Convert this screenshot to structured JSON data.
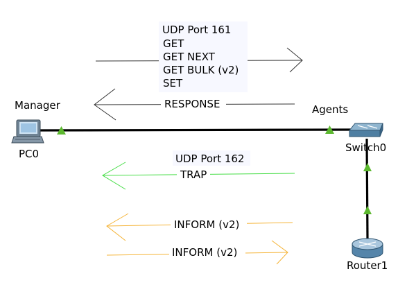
{
  "snmp_request": {
    "port_label": "UDP Port 161",
    "commands": [
      "GET",
      "GET NEXT",
      "GET BULK (v2)",
      "SET"
    ],
    "response_label": "RESPONSE"
  },
  "snmp_trap": {
    "port_label": "UDP Port 162",
    "trap_label": "TRAP",
    "inform_request_label": "INFORM (v2)",
    "inform_response_label": "INFORM (v2)"
  },
  "nodes": {
    "manager_caption": "Manager",
    "pc_label": "PC0",
    "agents_caption": "Agents",
    "switch_label": "Switch0",
    "router_label": "Router1"
  },
  "colors": {
    "request_arrow": "#333333",
    "trap_arrow": "#44dd44",
    "inform_arrow": "#f5b335",
    "link": "#000000",
    "link_status": "#5cb82f",
    "label_background": "#f7f8ff"
  }
}
